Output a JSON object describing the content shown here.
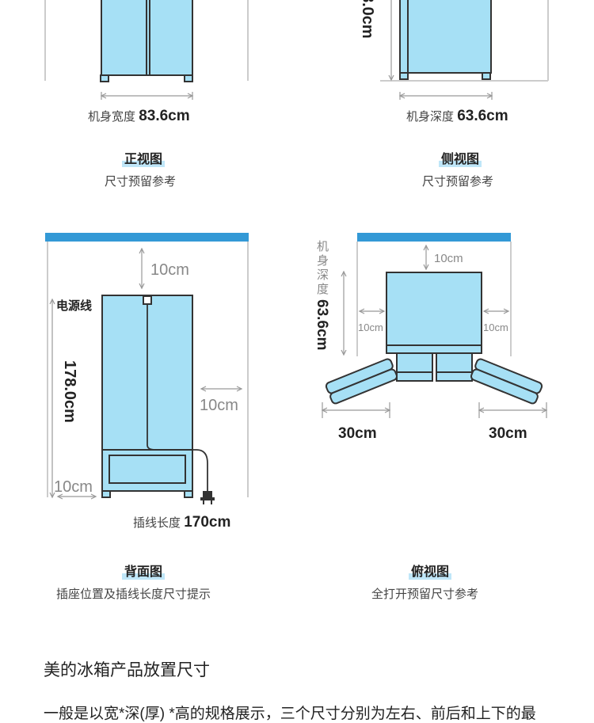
{
  "front": {
    "width_label": "机身宽度",
    "width_value": "83.6cm",
    "title": "正视图",
    "subtitle": "尺寸预留参考"
  },
  "side": {
    "height_partial": "8.0cm",
    "depth_label": "机身深度",
    "depth_value": "63.6cm",
    "title": "侧视图",
    "subtitle": "尺寸预留参考"
  },
  "back": {
    "top_gap": "10cm",
    "power_cord": "电源线",
    "height": "178.0cm",
    "right_gap": "10cm",
    "left_gap": "10cm",
    "cord_length_label": "插线长度",
    "cord_length_value": "170cm",
    "title": "背面图",
    "subtitle": "插座位置及插线长度尺寸提示"
  },
  "top": {
    "depth_label": "机身深度",
    "depth_value": "63.6cm",
    "back_gap": "10cm",
    "left_gap": "10cm",
    "right_gap": "10cm",
    "left_door": "30cm",
    "right_door": "30cm",
    "title": "俯视图",
    "subtitle": "全打开预留尺寸参考"
  },
  "section": {
    "heading": "美的冰箱产品放置尺寸",
    "paragraph": "一般是以宽*深(厚) *高的规格展示，三个尺寸分别为左右、前后和上下的最"
  },
  "colors": {
    "fridge_fill": "#a6e0f5",
    "fridge_stroke": "#333333",
    "wall": "#3399d6",
    "dim_line": "#999999"
  }
}
